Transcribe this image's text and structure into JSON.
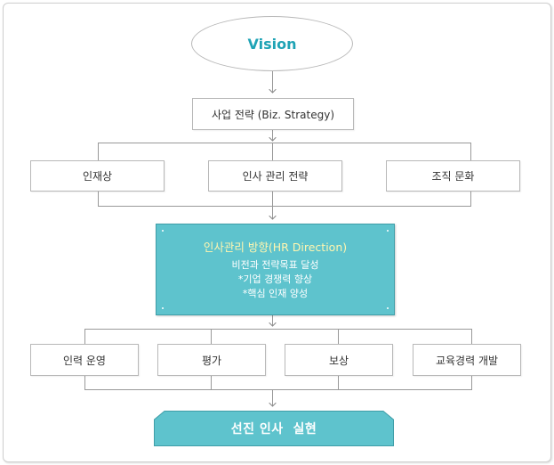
{
  "vision": {
    "label": "Vision"
  },
  "strategy": {
    "label": "사업 전략 (Biz. Strategy)"
  },
  "pillars": [
    {
      "label": "인재상"
    },
    {
      "label": "인사 관리 전략"
    },
    {
      "label": "조직 문화"
    }
  ],
  "hr_direction": {
    "title": "인사관리 방향(HR Direction)",
    "lines": [
      "비전과 전략목표 달성",
      "*기업 경쟁력 향상",
      "*핵심 인재 양성"
    ]
  },
  "functions": [
    {
      "label": "인력 운영"
    },
    {
      "label": "평가"
    },
    {
      "label": "보상"
    },
    {
      "label": "교육경력 개발"
    }
  ],
  "goal": {
    "label": "선진 인사  실현"
  },
  "colors": {
    "accent": "#1fa3b5",
    "hr_box_fill": "#5ec3cd",
    "hr_title": "#fff6b0",
    "goal_fill": "#5ec3cd",
    "border": "#b8b8b8",
    "line": "#888888"
  }
}
